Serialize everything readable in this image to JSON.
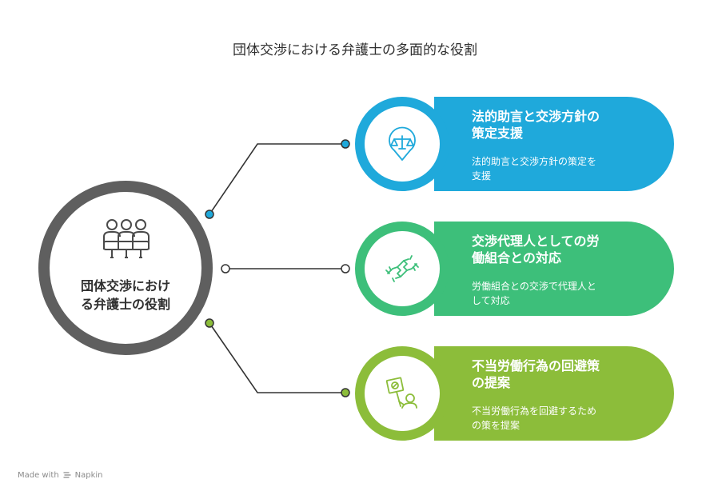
{
  "title": "団体交渉における弁護士の多面的な役割",
  "hub": {
    "label_line1": "団体交渉におけ",
    "label_line2": "る弁護士の役割",
    "icon": "meeting-people-icon",
    "color": "#5f5f5f"
  },
  "cards": [
    {
      "heading_line1": "法的助言と交渉方針の",
      "heading_line2": "策定支援",
      "desc_line1": "法的助言と交渉方針の策定を",
      "desc_line2": "支援",
      "icon": "scales-location-icon",
      "color": "#1fa9db",
      "ring_color": "#1fa9db"
    },
    {
      "heading_line1": "交渉代理人としての労",
      "heading_line2": "働組合との対応",
      "desc_line1": "労働組合との交渉で代理人と",
      "desc_line2": "して対応",
      "icon": "handshake-icon",
      "color": "#3dbf7a",
      "ring_color": "#3dbf7a"
    },
    {
      "heading_line1": "不当労働行為の回避策",
      "heading_line2": "の提案",
      "desc_line1": "不当労働行為を回避するため",
      "desc_line2": "の策を提案",
      "icon": "protest-sign-icon",
      "color": "#8cbd3a",
      "ring_color": "#8cbd3a"
    }
  ],
  "footer": {
    "prefix": "Made with",
    "brand": "Napkin",
    "icon": "napkin-logo-icon"
  }
}
